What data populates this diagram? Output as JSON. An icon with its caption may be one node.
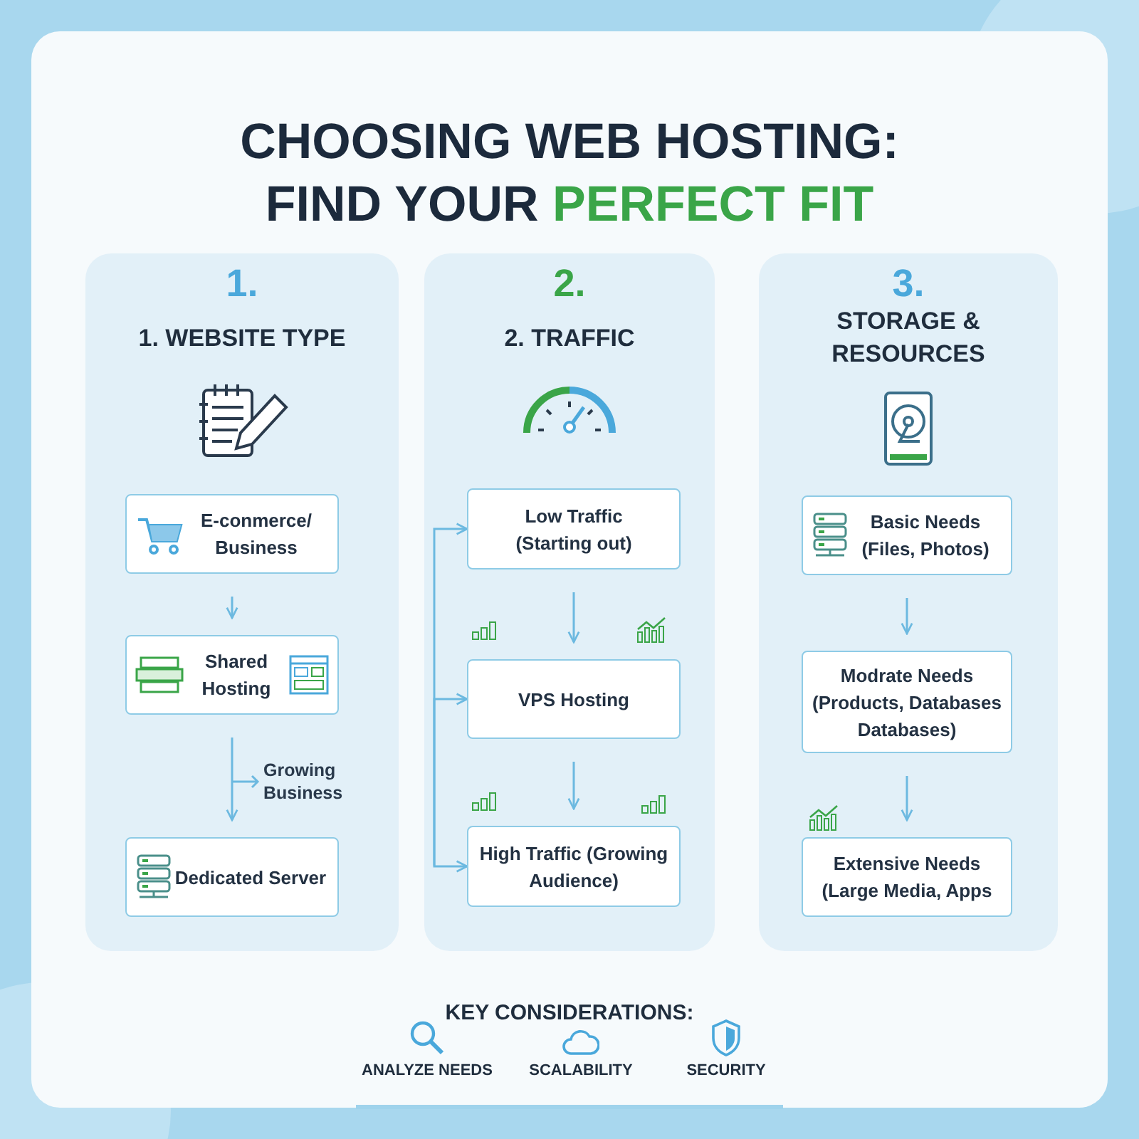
{
  "diagram": {
    "title": "CHOOSING WEB HOSTING: FIND YOUR **PERFECT FIT**",
    "nodes": [
      {
        "text": [
          "1.",
          "1. WEBSITE TYPE"
        ]
      },
      {
        "text": [
          "E-conmerce/ Business"
        ],
        "in": 0
      },
      {
        "text": [
          "Shared Hosting"
        ],
        "in": 0
      },
      {
        "text": [
          "Dedicated Server"
        ],
        "in": 0
      },
      {
        "text": [
          "2.",
          "2. TRAFFIC"
        ]
      },
      {
        "text": [
          "Low Traffic (Starting out)"
        ],
        "in": 4
      },
      {
        "text": [
          "VPS Hosting"
        ],
        "in": 4
      },
      {
        "text": [
          "High Traffic (Growing Audience)"
        ],
        "in": 4
      },
      {
        "text": [
          "3.",
          "STORAGE & RESOURCES"
        ]
      },
      {
        "text": [
          "Basic Needs (Files, Photos)"
        ],
        "in": 8
      },
      {
        "text": [
          "Modrate Needs (Products, Databases Databases)"
        ],
        "in": 8
      },
      {
        "text": [
          "Extensive Needs (Large Media, Apps"
        ],
        "in": 8
      }
    ],
    "edges": [
      {
        "from": 1,
        "to": 2,
        "arrow": "to"
      },
      {
        "from": 2,
        "to": 3,
        "arrow": "to",
        "label": "Growing Business"
      },
      {
        "from": 5,
        "to": 6,
        "arrow": "to"
      },
      {
        "from": 6,
        "to": 7,
        "arrow": "to"
      },
      {
        "from": null,
        "to": 5,
        "arrow": "to"
      },
      {
        "from": null,
        "to": 6,
        "arrow": "to"
      },
      {
        "from": null,
        "to": 7,
        "arrow": "to"
      },
      {
        "from": 9,
        "to": 10,
        "arrow": "to"
      },
      {
        "from": 10,
        "to": 11,
        "arrow": "to"
      }
    ],
    "labels": [
      "KEY CONSIDERATIONS:",
      "ANALYZE NEEDS",
      "SCALABILITY",
      "SECURITY"
    ]
  }
}
